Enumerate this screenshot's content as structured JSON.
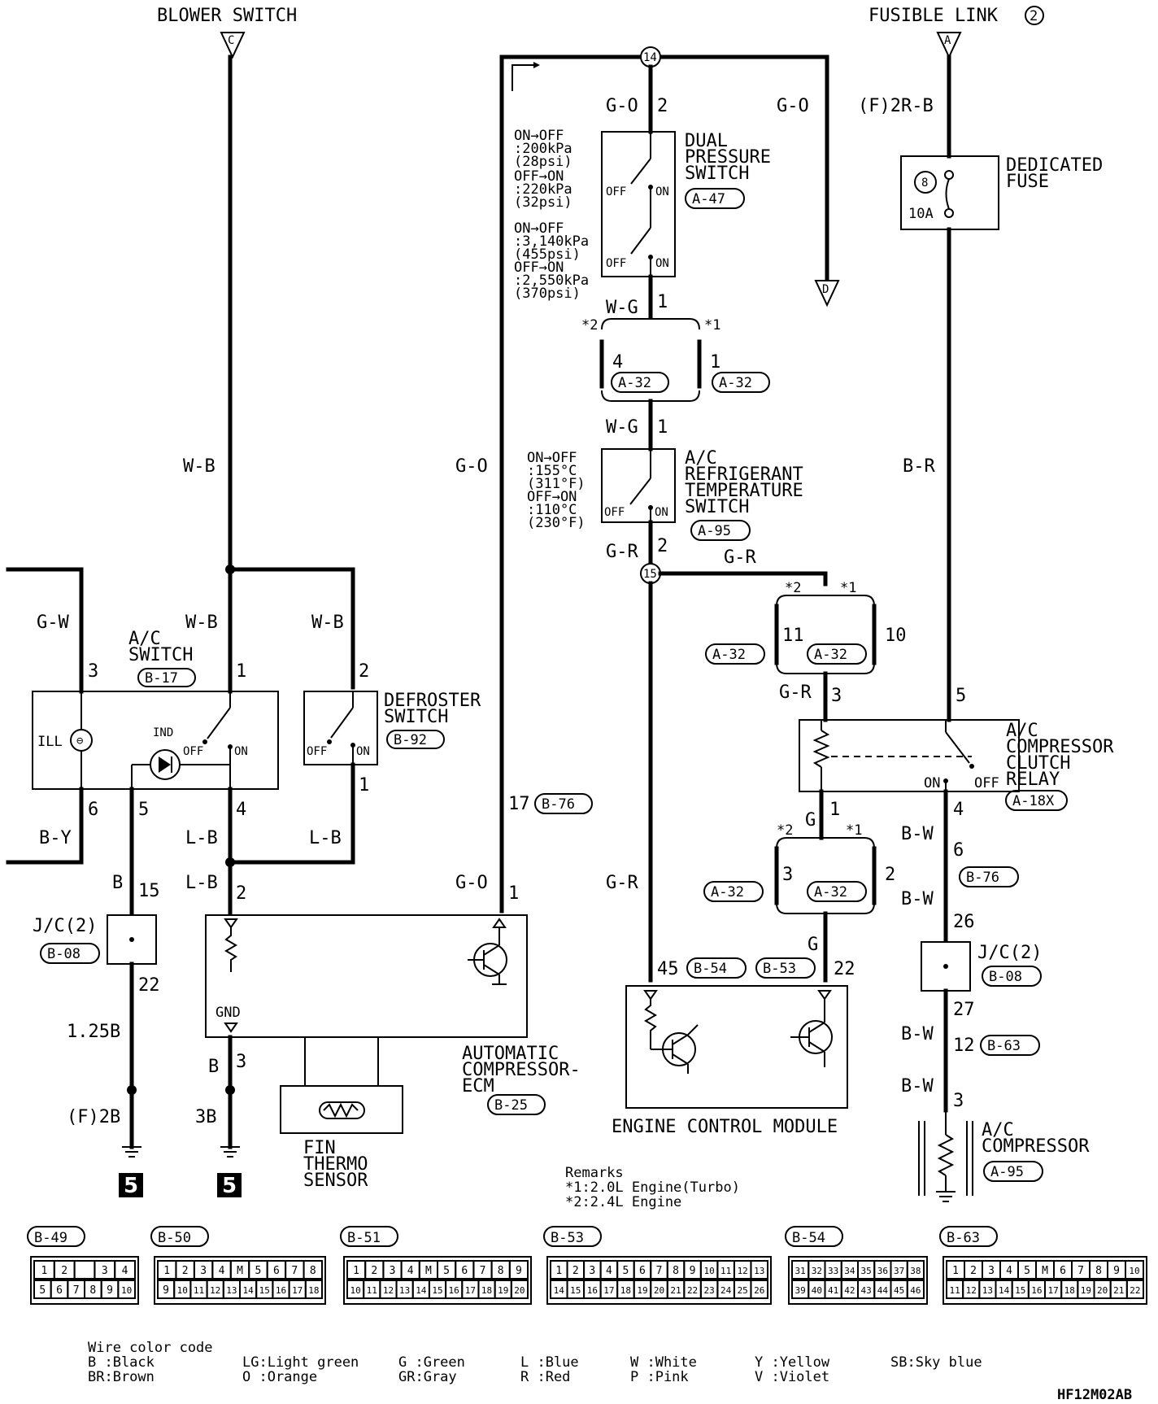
{
  "titles": {
    "blower_switch": "BLOWER SWITCH",
    "fusible_link": "FUSIBLE LINK",
    "fusible_link_num": "2"
  },
  "connectors": {
    "C": "C",
    "A": "A",
    "D": "D"
  },
  "wires": {
    "wb_main": "W-B",
    "wb_a": "W-B",
    "wb_b": "W-B",
    "gw": "G-W",
    "by": "B-Y",
    "lb_a": "L-B",
    "lb_b": "L-B",
    "lb_c": "L-B",
    "go_left": "G-O",
    "go_top_l": "G-O",
    "go_top_r": "G-O",
    "go_lower": "G-O",
    "f2rb": "(F)2R-B",
    "br": "B-R",
    "wg_a": "W-G",
    "wg_b": "W-G",
    "gr_a": "G-R",
    "gr_b": "G-R",
    "gr_c": "G-R",
    "gr_d": "G-R",
    "g_a": "G",
    "g_b": "G",
    "bw_a": "B-W",
    "bw_b": "B-W",
    "bw_c": "B-W",
    "bw_d": "B-W",
    "b_a": "B",
    "b_b": "B",
    "w125b": "1.25B",
    "f2b": "(F)2B",
    "w3b": "3B"
  },
  "pins": {
    "p3": "3",
    "p1": "1",
    "p2": "2",
    "p6": "6",
    "p5": "5",
    "p4": "4",
    "p1b": "1",
    "p15": "15",
    "p22": "22",
    "p2b": "2",
    "p1c": "1",
    "p3b": "3",
    "p17": "17",
    "p2top": "2",
    "p1top": "1",
    "p4a": "4",
    "p1a": "1",
    "p1mid": "1",
    "p2mid": "2",
    "p11": "11",
    "p10": "10",
    "p3r": "3",
    "p1r": "1",
    "p3c": "3",
    "p2c": "2",
    "p45": "45",
    "p22e": "22",
    "p5r": "5",
    "p4r": "4",
    "p6r": "6",
    "p26": "26",
    "p27": "27",
    "p12": "12",
    "p3z": "3"
  },
  "splices": {
    "s14": "14",
    "s15": "15"
  },
  "stars": {
    "s2a": "*2",
    "s1a": "*1",
    "s2b": "*2",
    "s1b": "*1",
    "s2c": "*2",
    "s1c": "*1"
  },
  "components": {
    "ac_switch": {
      "name": "A/C\nSWITCH",
      "code": "B-17",
      "ill": "ILL",
      "ind": "IND",
      "off": "OFF",
      "on": "ON"
    },
    "defroster": {
      "name": "DEFROSTER\nSWITCH",
      "code": "B-92",
      "off": "OFF",
      "on": "ON"
    },
    "jc_left": {
      "name": "J/C(2)",
      "code": "B-08"
    },
    "jc_right": {
      "name": "J/C(2)",
      "code": "B-08"
    },
    "dual_pressure": {
      "name": "DUAL\nPRESSURE\nSWITCH",
      "code": "A-47",
      "off": "OFF",
      "on": "ON"
    },
    "dp_spec_1": "ON→OFF\n:200kPa\n(28psi)\nOFF→ON\n:220kPa\n(32psi)",
    "dp_spec_2": "ON→OFF\n:3,140kPa\n(455psi)\nOFF→ON\n:2,550kPa\n(370psi)",
    "refrig_temp": {
      "name": "A/C\nREFRIGERANT\nTEMPERATURE\nSWITCH",
      "code": "A-95",
      "off": "OFF",
      "on": "ON"
    },
    "rt_spec": "ON→OFF\n:155°C\n(311°F)\nOFF→ON\n:110°C\n(230°F)",
    "dedicated_fuse": {
      "name": "DEDICATED\nFUSE",
      "num": "8",
      "amp": "10A"
    },
    "relay": {
      "name": "A/C\nCOMPRESSOR\nCLUTCH\nRELAY",
      "code": "A-18X",
      "on": "ON",
      "off": "OFF"
    },
    "ecm": {
      "name": "AUTOMATIC\nCOMPRESSOR-\nECM",
      "code": "B-25",
      "gnd": "GND"
    },
    "fin_thermo": {
      "name": "FIN\nTHERMO\nSENSOR"
    },
    "engine_cm": {
      "name": "ENGINE CONTROL MODULE"
    },
    "compressor": {
      "name": "A/C\nCOMPRESSOR",
      "code": "A-95"
    }
  },
  "conn_codes": {
    "a32_a": "A-32",
    "a32_b": "A-32",
    "a32_c": "A-32",
    "a32_d": "A-32",
    "a32_e": "A-32",
    "a32_f": "A-32",
    "b76_l": "B-76",
    "b76_r": "B-76",
    "b54": "B-54",
    "b53": "B-53",
    "b63": "B-63"
  },
  "grounds": {
    "g1": "5",
    "g2": "5"
  },
  "remarks": {
    "title": "Remarks",
    "r1": "*1:2.0L Engine(Turbo)",
    "r2": "*2:2.4L Engine"
  },
  "connector_faces": [
    {
      "code": "B-49",
      "rows": [
        [
          "1",
          "2",
          "",
          "3",
          "4"
        ],
        [
          "5",
          "6",
          "7",
          "8",
          "9",
          "10"
        ]
      ]
    },
    {
      "code": "B-50",
      "rows": [
        [
          "1",
          "2",
          "3",
          "4",
          "M",
          "5",
          "6",
          "7",
          "8"
        ],
        [
          "9",
          "10",
          "11",
          "12",
          "13",
          "14",
          "15",
          "16",
          "17",
          "18"
        ]
      ]
    },
    {
      "code": "B-51",
      "rows": [
        [
          "1",
          "2",
          "3",
          "4",
          "M",
          "5",
          "6",
          "7",
          "8",
          "9"
        ],
        [
          "10",
          "11",
          "12",
          "13",
          "14",
          "15",
          "16",
          "17",
          "18",
          "19",
          "20"
        ]
      ]
    },
    {
      "code": "B-53",
      "rows": [
        [
          "1",
          "2",
          "3",
          "4",
          "5",
          "6",
          "7",
          "8",
          "9",
          "10",
          "11",
          "12",
          "13"
        ],
        [
          "14",
          "15",
          "16",
          "17",
          "18",
          "19",
          "20",
          "21",
          "22",
          "23",
          "24",
          "25",
          "26"
        ]
      ]
    },
    {
      "code": "B-54",
      "rows": [
        [
          "31",
          "32",
          "33",
          "34",
          "35",
          "36",
          "37",
          "38"
        ],
        [
          "39",
          "40",
          "41",
          "42",
          "43",
          "44",
          "45",
          "46"
        ]
      ]
    },
    {
      "code": "B-63",
      "rows": [
        [
          "1",
          "2",
          "3",
          "4",
          "5",
          "M",
          "6",
          "7",
          "8",
          "9",
          "10"
        ],
        [
          "11",
          "12",
          "13",
          "14",
          "15",
          "16",
          "17",
          "18",
          "19",
          "20",
          "21",
          "22"
        ]
      ]
    }
  ],
  "color_code": {
    "title": "Wire color code",
    "items": [
      "B :Black",
      "BR:Brown",
      "LG:Light green",
      "O :Orange",
      "G :Green",
      "GR:Gray",
      "L :Blue",
      "R :Red",
      "W :White",
      "P :Pink",
      "Y :Yellow",
      "V :Violet",
      "SB:Sky blue"
    ]
  },
  "doc_id": "HF12M02AB"
}
